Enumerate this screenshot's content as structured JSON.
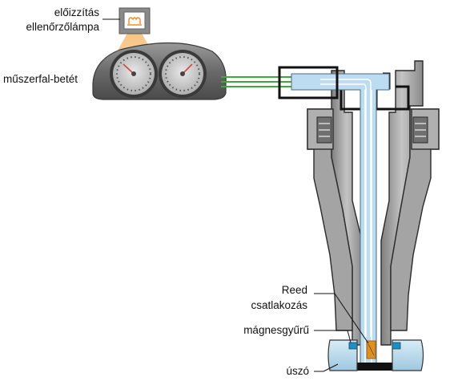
{
  "labels": {
    "lamp_line1": "előizzítás",
    "lamp_line2": "ellenőrzőlámpa",
    "cluster": "műszerfal-betét",
    "reed_line1": "Reed",
    "reed_line2": "csatlakozás",
    "magnet": "mágnesgyűrű",
    "float": "úszó"
  },
  "colors": {
    "cluster_body": "#4a4a4a",
    "gauge_face": "#b8b8b8",
    "lamp_glow": "#f3b463",
    "lamp_symbol": "#e8902a",
    "signal_wire": "#3daa3a",
    "tube": "#bcdcf2",
    "housing": "#9a9a9a",
    "float": "#bcdcee",
    "magnet": "#1e8fc0",
    "reed_contact": "#e0901e"
  }
}
